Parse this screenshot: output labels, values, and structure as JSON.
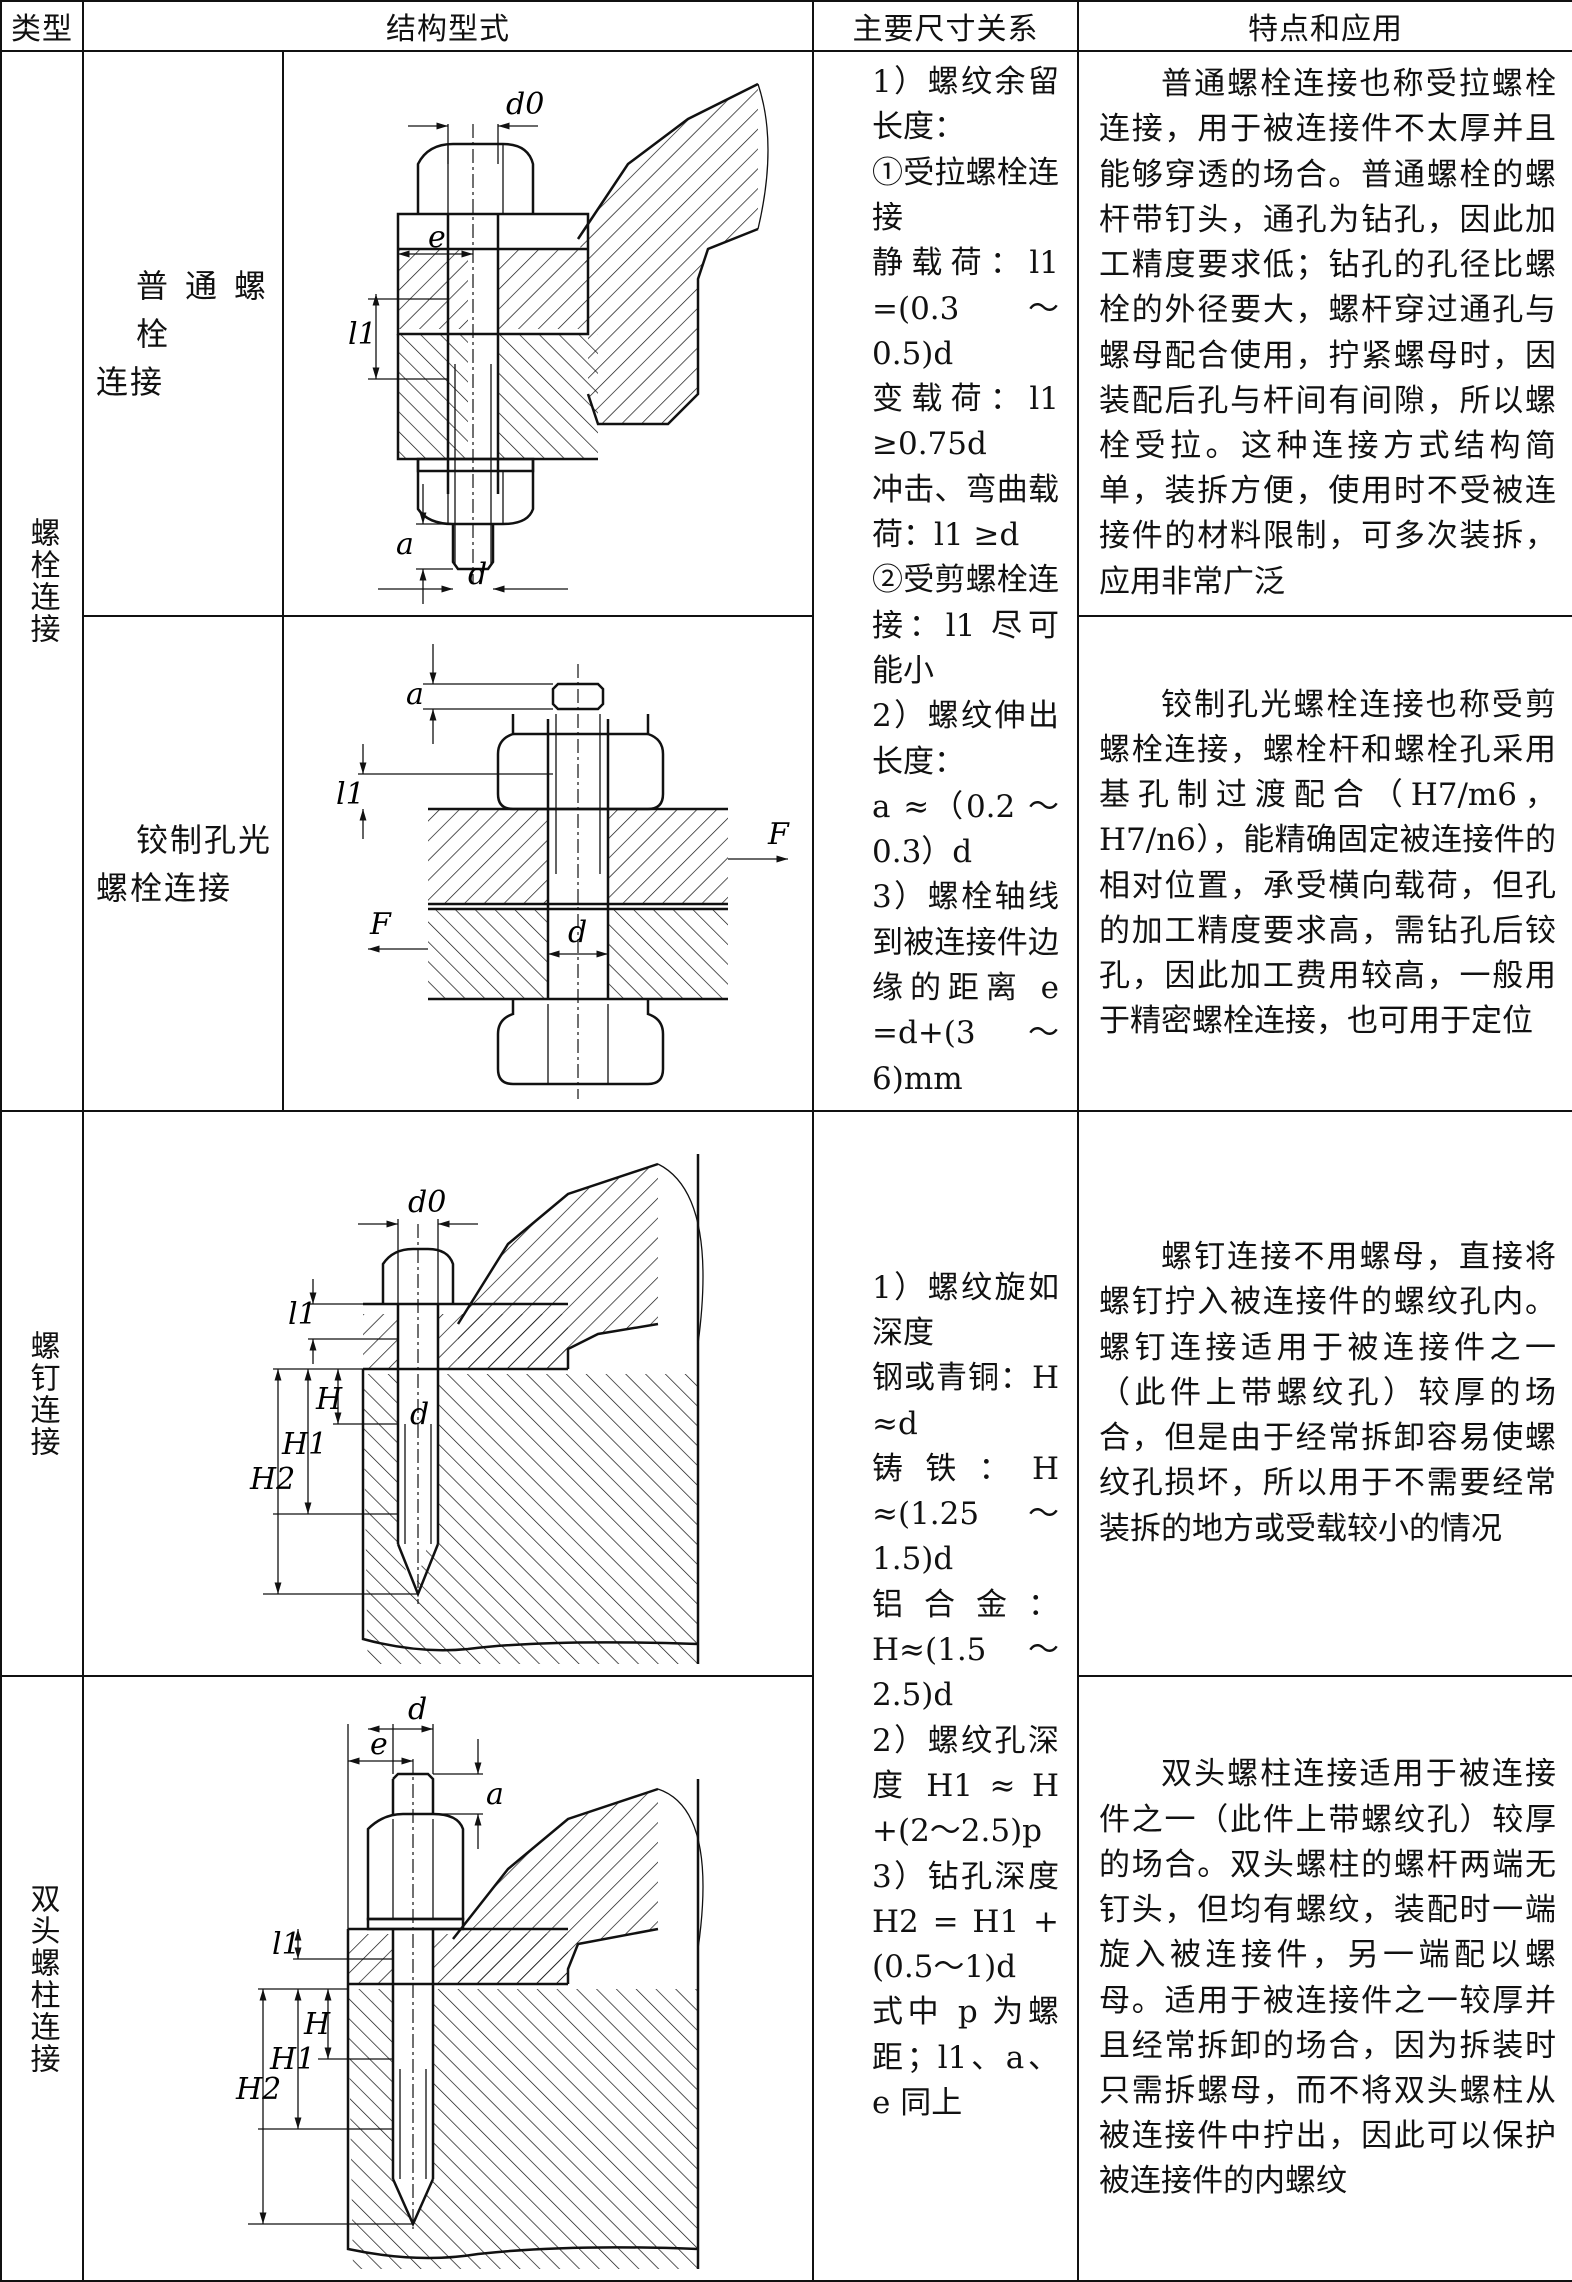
{
  "header": {
    "col_type": "类型",
    "col_structure": "结构型式",
    "col_dimensions": "主要尺寸关系",
    "col_features": "特点和应用"
  },
  "groups": [
    {
      "type_label": "螺栓连接"
    },
    {
      "type_label": "螺钉连接"
    },
    {
      "type_label": "双头螺柱连接"
    }
  ],
  "rows": [
    {
      "name_line1": "普通螺栓",
      "name_line2": "连接"
    },
    {
      "name_line1": "铰制孔光",
      "name_line2": "螺栓连接"
    }
  ],
  "figure_labels": {
    "d0": "d0",
    "e": "e",
    "l1": "l1",
    "a": "a",
    "d": "d",
    "F": "F",
    "H": "H",
    "H1": "H1",
    "H2": "H2"
  },
  "dimensions_1": [
    "1）螺纹余留长度：",
    "①受拉螺栓连接",
    "静载荷：l1 =(0.3～0.5)d",
    "变载荷：l1 ≥0.75d",
    "冲击、弯曲载荷：l1 ≥d",
    "②受剪螺栓连接：l1 尽可能小",
    "2）螺纹伸出长度：",
    "a ≈（0.2 ～0.3）d",
    "3）螺栓轴线到被连接件边缘的距离 e =d+(3～6)mm"
  ],
  "dimensions_2": [
    "1）螺纹旋如深度",
    "钢或青铜：H ≈d",
    "铸铁：H ≈(1.25～1.5)d",
    "铝合金：H≈(1.5～2.5)d",
    "2）螺纹孔深度 H1 ≈ H +(2～2.5)p",
    "3）钻孔深度 H2 = H1 +(0.5～1)d",
    "式中 p 为螺距；l1、a、e 同上"
  ],
  "features": [
    "普通螺栓连接也称受拉螺栓连接，用于被连接件不太厚并且能够穿透的场合。普通螺栓的螺杆带钉头，通孔为钻孔，因此加工精度要求低；钻孔的孔径比螺栓的外径要大，螺杆穿过通孔与螺母配合使用，拧紧螺母时，因装配后孔与杆间有间隙，所以螺栓受拉。这种连接方式结构简单，装拆方便，使用时不受被连接件的材料限制，可多次装拆，应用非常广泛",
    "铰制孔光螺栓连接也称受剪螺栓连接，螺栓杆和螺栓孔采用基孔制过渡配合（H7/m6，H7/n6），能精确固定被连接件的相对位置，承受横向载荷，但孔的加工精度要求高，需钻孔后铰孔，因此加工费用较高，一般用于精密螺栓连接，也可用于定位",
    "螺钉连接不用螺母，直接将螺钉拧入被连接件的螺纹孔内。螺钉连接适用于被连接件之一（此件上带螺纹孔）较厚的场合，但是由于经常拆卸容易使螺纹孔损坏，所以用于不需要经常装拆的地方或受载较小的情况",
    "双头螺柱连接适用于被连接件之一（此件上带螺纹孔）较厚的场合。双头螺柱的螺杆两端无钉头，但均有螺纹，装配时一端旋入被连接件，另一端配以螺母。适用于被连接件之一较厚并且经常拆卸的场合，因为拆装时只需拆螺母，而不将双头螺柱从被连接件中拧出，因此可以保护被连接件的内螺纹"
  ]
}
